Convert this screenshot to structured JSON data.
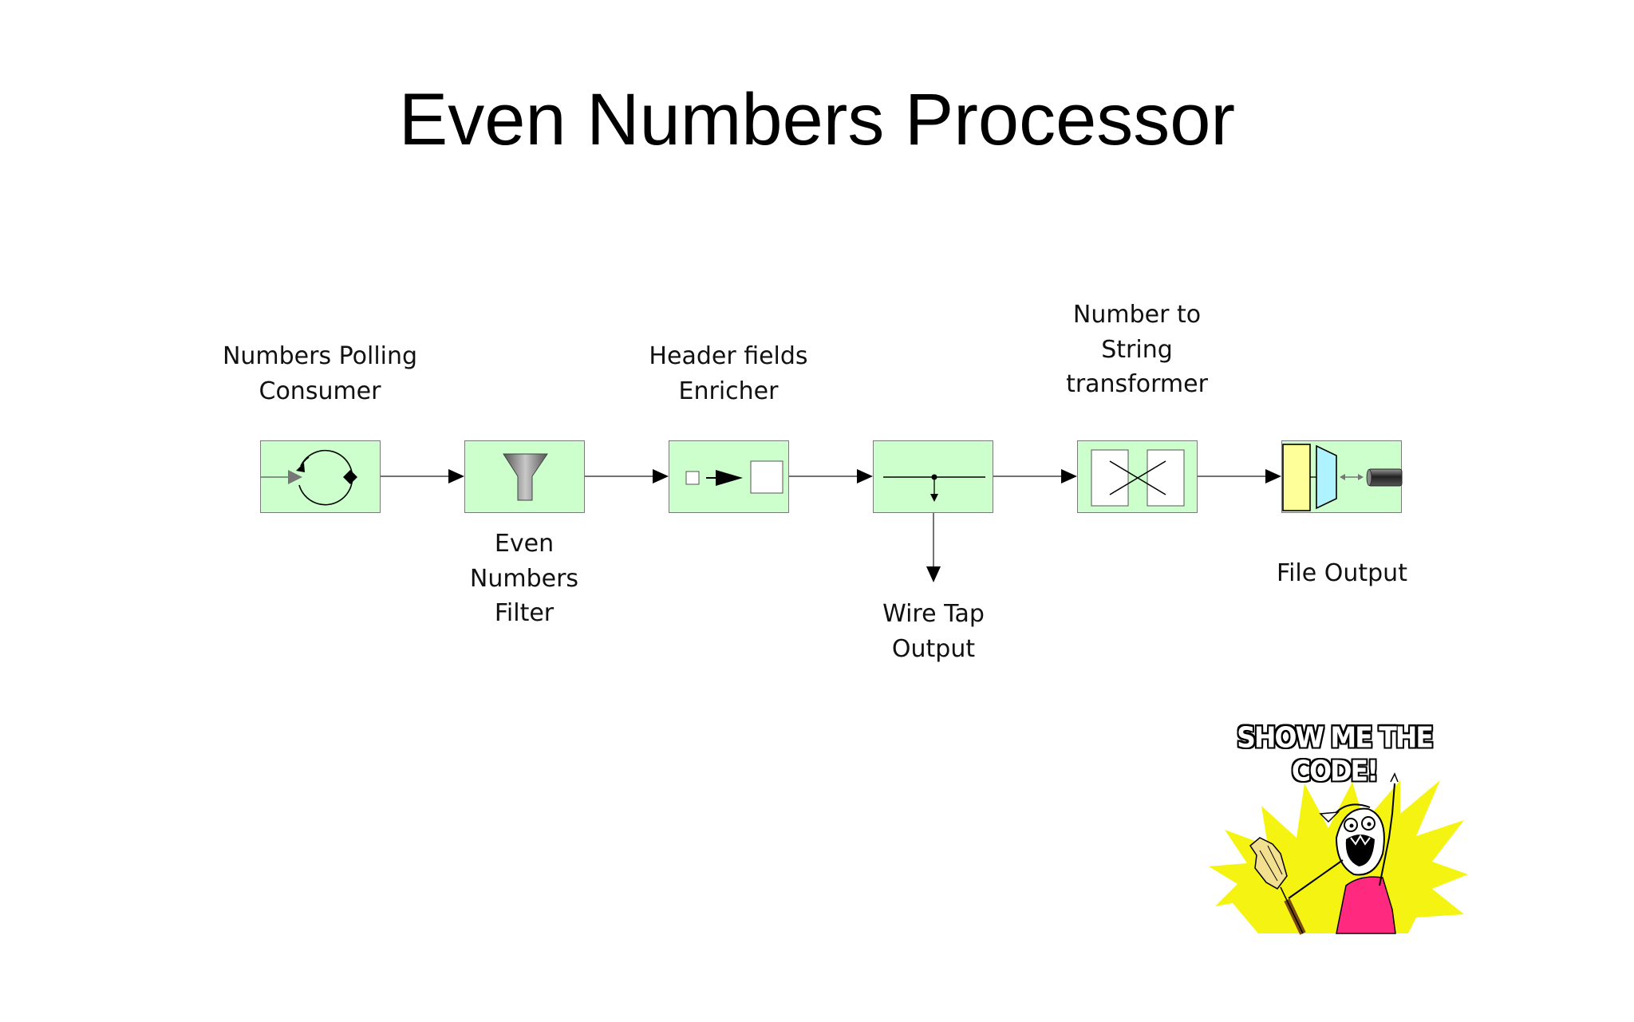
{
  "slide": {
    "title": "Even Numbers Processor"
  },
  "nodes": [
    {
      "id": "polling-consumer",
      "label": "Numbers Polling\nConsumer",
      "icon": "polling-consumer-icon"
    },
    {
      "id": "filter",
      "label": "Even\nNumbers\nFilter",
      "icon": "funnel-icon"
    },
    {
      "id": "enricher",
      "label": "Header fields\nEnricher",
      "icon": "content-enricher-icon"
    },
    {
      "id": "wire-tap",
      "label": "Wire Tap\nOutput",
      "icon": "wire-tap-icon"
    },
    {
      "id": "transformer",
      "label": "Number to\nString\ntransformer",
      "icon": "transformer-icon"
    },
    {
      "id": "file-output",
      "label": "File Output",
      "icon": "file-adapter-icon"
    }
  ],
  "meme": {
    "caption": "SHOW ME THE CODE!",
    "image": "all-the-things-meme-icon"
  },
  "colors": {
    "node_fill": "#ccffcc",
    "node_border": "#7a7a7a",
    "arrow": "#000000",
    "meme_burst": "#f7f711",
    "meme_shirt": "#ff2a7f"
  }
}
